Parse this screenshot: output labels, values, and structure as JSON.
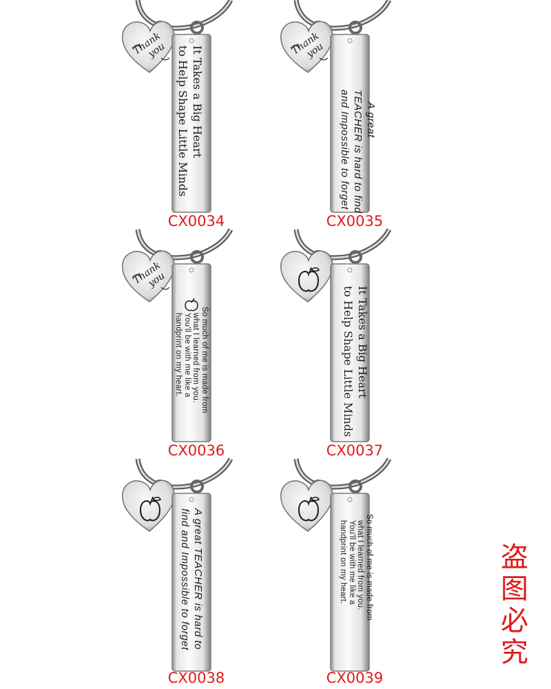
{
  "products": [
    {
      "code": "CX0034",
      "charm": "thank-you",
      "tag_style": "serif",
      "tag_lines": [
        "It Takes a Big Heart",
        "to Help Shape Little Minds"
      ]
    },
    {
      "code": "CX0035",
      "charm": "thank-you",
      "tag_style": "italic",
      "tag_lines": [
        "A great",
        "TEACHER is hard to find",
        "and Impossible to forget"
      ]
    },
    {
      "code": "CX0036",
      "charm": "thank-you",
      "tag_style": "small",
      "tag_lines": [
        "So much of me is made from",
        "what I learned from you.",
        "You'll be with me like a",
        "handprint on my heart."
      ]
    },
    {
      "code": "CX0037",
      "charm": "apple",
      "tag_style": "serif",
      "tag_lines": [
        "It Takes a Big Heart",
        "to Help Shape Little Minds"
      ]
    },
    {
      "code": "CX0038",
      "charm": "apple",
      "tag_style": "italic",
      "tag_lines": [
        "A great TEACHER is hard to",
        "find and Impossible to forget"
      ]
    },
    {
      "code": "CX0039",
      "charm": "apple",
      "tag_style": "small",
      "tag_lines": [
        "So much of me is made from",
        "what I learned from you.",
        "You'll be with me like a",
        "handprint on my heart."
      ]
    }
  ],
  "thank_you_charm": {
    "line1": "Thank",
    "line2": "you"
  },
  "watermark": [
    "盗",
    "图",
    "必",
    "究"
  ],
  "colors": {
    "code_red": "#e01a1a",
    "engraving": "#1c1c1c",
    "steel_light": "#f4f4f4",
    "steel_dark": "#8a8a8a"
  }
}
